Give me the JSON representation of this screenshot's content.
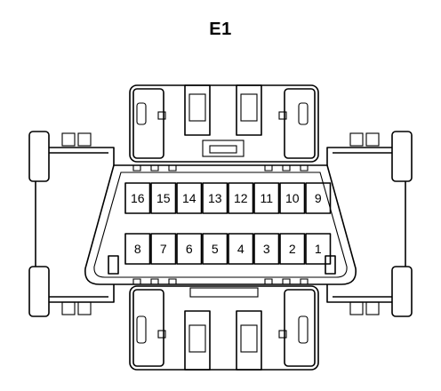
{
  "connector": {
    "title": "E1",
    "top_row": [
      "16",
      "15",
      "14",
      "13",
      "12",
      "11",
      "10",
      "9"
    ],
    "bottom_row": [
      "8",
      "7",
      "6",
      "5",
      "4",
      "3",
      "2",
      "1"
    ]
  }
}
